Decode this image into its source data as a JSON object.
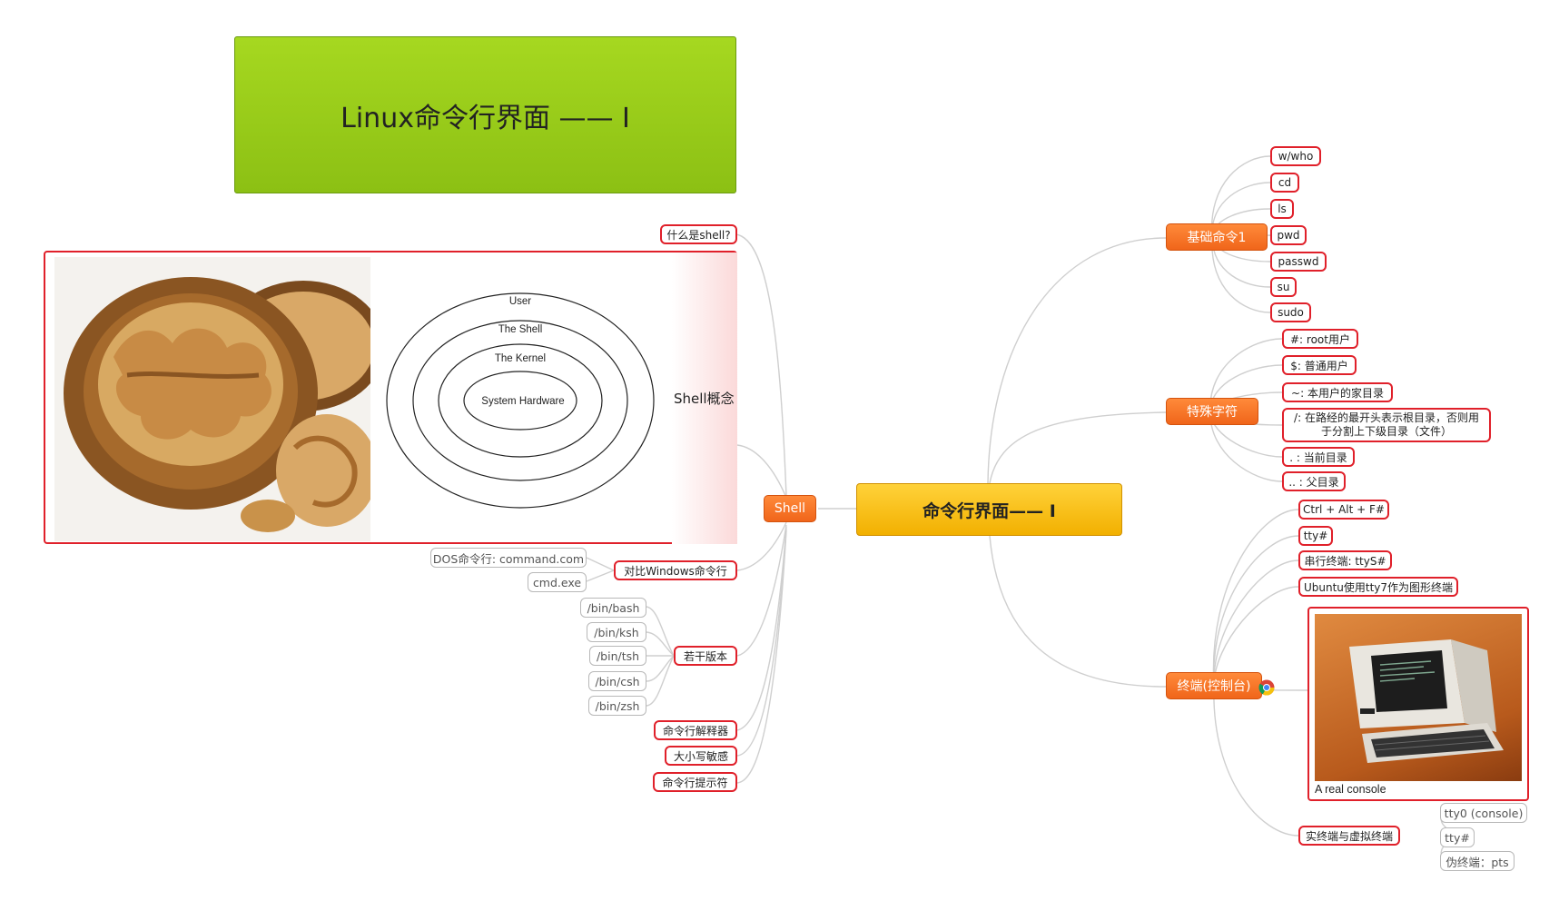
{
  "title_banner": "Linux命令行界面 —— I",
  "central": "命令行界面—— I",
  "shell": {
    "label": "Shell",
    "what_is_shell": "什么是shell?",
    "concept_label": "Shell概念",
    "layers": {
      "user": "User",
      "shell": "The Shell",
      "kernel": "The Kernel",
      "hardware": "System Hardware"
    },
    "compare_windows": "对比Windows命令行",
    "dos_cmd": "DOS命令行: command.com",
    "cmd_exe": "cmd.exe",
    "versions_label": "若干版本",
    "versions": [
      "/bin/bash",
      "/bin/ksh",
      "/bin/tsh",
      "/bin/csh",
      "/bin/zsh"
    ],
    "interpreter": "命令行解释器",
    "case_sensitive": "大小写敏感",
    "prompt": "命令行提示符"
  },
  "basic_commands": {
    "label": "基础命令1",
    "items": [
      "w/who",
      "cd",
      "ls",
      "pwd",
      "passwd",
      "su",
      "sudo"
    ]
  },
  "special_chars": {
    "label": "特殊字符",
    "root": "#: root用户",
    "normal": "$: 普通用户",
    "home": "~: 本用户的家目录",
    "slash_line1": "/: 在路经的最开头表示根目录，否则用",
    "slash_line2": "于分割上下级目录（文件）",
    "current": ". :  当前目录",
    "parent": ".. : 父目录"
  },
  "terminal": {
    "label": "终端(控制台)",
    "ctrl_alt": "Ctrl + Alt + F#",
    "tty": "tty#",
    "serial": "串行终端: ttyS#",
    "ubuntu": "Ubuntu使用tty7作为图形终端",
    "console_caption": "A real console",
    "real_virtual": "实终端与虚拟终端",
    "tty0": "tty0 (console)",
    "tty_hash": "tty#",
    "pts": "伪终端：pts"
  },
  "colors": {
    "banner_green": "#9acd1c",
    "central_yellow": "#f5b800",
    "main_orange": "#f26b1d",
    "leaf_border_red": "#e0202a",
    "connector_gray": "#c8c8c8"
  }
}
